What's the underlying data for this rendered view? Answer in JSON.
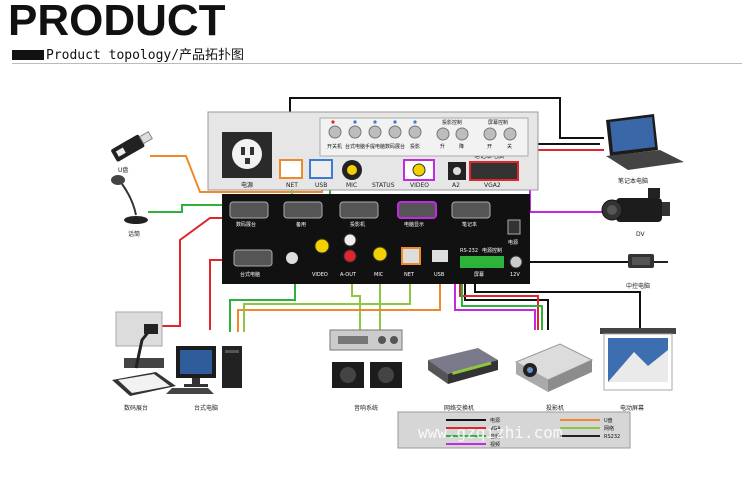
{
  "header": {
    "title": "PRODUCT",
    "subtitle": "Product topology/产品拓扑图"
  },
  "devices": {
    "usb_disk": "U盘",
    "microphone": "话筒",
    "laptop": "笔记本电脑",
    "dv_camera": "DV",
    "control_pc": "中控电脑",
    "document_camera": "数码展台",
    "desktop_pc": "台式电脑",
    "audio_system": "音响系统",
    "network_switch": "网络交换机",
    "projector": "投影机",
    "screen": "电动屏幕"
  },
  "top_panel": {
    "power_label": "电源",
    "net_label": "NET",
    "usb_label": "USB",
    "mic_label": "MIC",
    "status_label": "STATUS",
    "video_label": "VIDEO",
    "a2_label": "A2",
    "laptop_label": "笔记本电脑",
    "vga2_label": "VGA2",
    "button_labels": [
      "开关机",
      "台式电脑",
      "手提电脑",
      "数码展台",
      "投影",
      "升",
      "降",
      "开",
      "关"
    ],
    "group_labels": [
      "投影控制",
      "屏幕控制"
    ]
  },
  "back_panel": {
    "vga_labels": [
      "数码展台",
      "备用",
      "投影机",
      "电脑显示",
      "笔记本"
    ],
    "port_labels": [
      "台式电脑",
      "VIDEO",
      "A-OUT",
      "MIC",
      "NET",
      "USB",
      "电源"
    ],
    "rs_labels": [
      "RS-232",
      "电源控制",
      "屏幕"
    ],
    "dc_label": "12V"
  },
  "legend": {
    "items": [
      "电源",
      "VGA",
      "音频",
      "视频",
      "U盘",
      "网络",
      "RS232"
    ]
  },
  "watermark": "www.gzqizhi.com",
  "colors": {
    "power": "#111111",
    "vga": "#e2252b",
    "audio": "#2db33a",
    "video": "#c32adf",
    "usb": "#ef8a2c",
    "network": "#8dc63f",
    "rs232": "#222222"
  }
}
